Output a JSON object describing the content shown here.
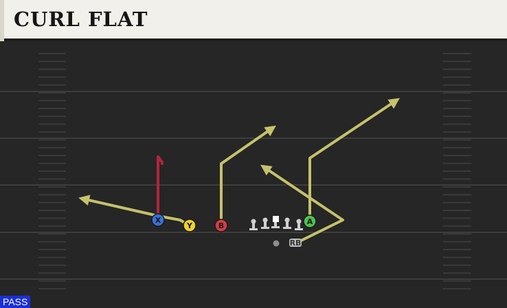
{
  "play": {
    "title": "CURL FLAT",
    "type": "PASS"
  },
  "players": {
    "x": {
      "label": "X",
      "color": "#3b6fd8"
    },
    "y": {
      "label": "Y",
      "color": "#f0d12a"
    },
    "b": {
      "label": "B",
      "color": "#d83b45"
    },
    "a": {
      "label": "A",
      "color": "#4bc24b"
    },
    "rb": {
      "label": "RB",
      "color": "#bdbdbd"
    }
  },
  "colors": {
    "route": "#c5c26a",
    "block_route": "#b3253a",
    "field": "#262626",
    "yard_line": "#3d3d3d",
    "header_bg": "#f2f0ea",
    "tag_bg": "#1b2fd6"
  }
}
